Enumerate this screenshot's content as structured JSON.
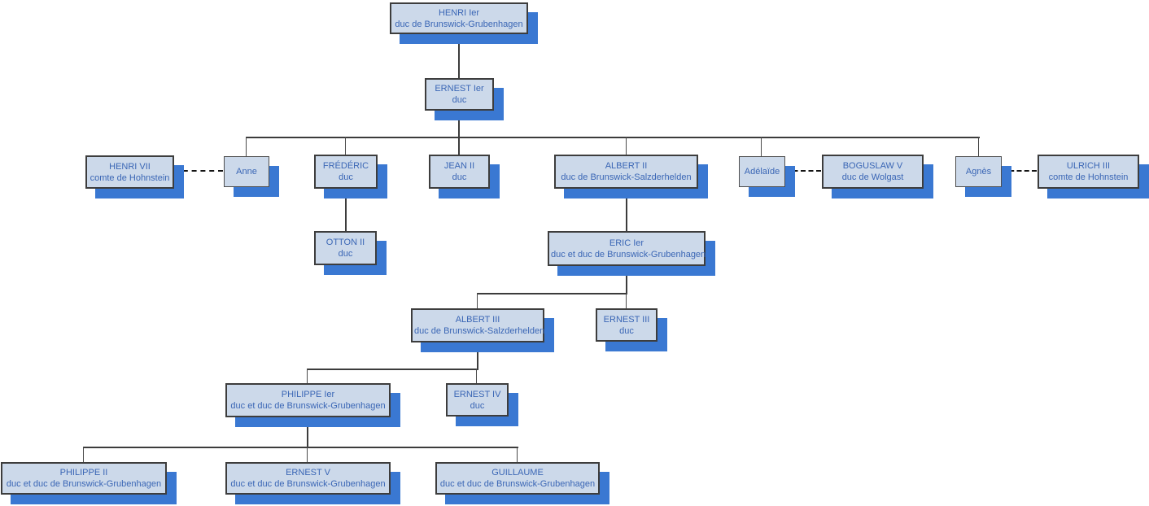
{
  "diagram": {
    "kind": "genealogy-org-chart",
    "family": "Maison de Brunswick-Grubenhagen",
    "colors": {
      "node_fill": "#ccd9ea",
      "node_border": "#3d3d3d",
      "node_shadow": "#3a78d2",
      "node_text": "#3a66b5",
      "connector": "#3c3c3c",
      "marriage_dash": "#141414"
    }
  },
  "nodes": [
    {
      "id": "henri1",
      "name": "HENRI Ier",
      "subtitle": "duc de Brunswick-Grubenhagen"
    },
    {
      "id": "ernest1",
      "name": "ERNEST Ier",
      "subtitle": "duc"
    },
    {
      "id": "henri7",
      "name": "HENRI VII",
      "subtitle": "comte de Hohnstein"
    },
    {
      "id": "anne",
      "name": "Anne",
      "subtitle": ""
    },
    {
      "id": "frederic",
      "name": "FRÉDÉRIC",
      "subtitle": "duc"
    },
    {
      "id": "jean2",
      "name": "JEAN II",
      "subtitle": "duc"
    },
    {
      "id": "albert2",
      "name": "ALBERT II",
      "subtitle": "duc de Brunswick-Salzderhelden"
    },
    {
      "id": "adelaide",
      "name": "Adélaïde",
      "subtitle": ""
    },
    {
      "id": "boguslaw5",
      "name": "BOGUSLAW V",
      "subtitle": "duc de Wolgast"
    },
    {
      "id": "agnes",
      "name": "Agnès",
      "subtitle": ""
    },
    {
      "id": "ulrich3",
      "name": "ULRICH III",
      "subtitle": "comte de Hohnstein"
    },
    {
      "id": "otton2",
      "name": "OTTON II",
      "subtitle": "duc"
    },
    {
      "id": "eric1",
      "name": "ERIC Ier",
      "subtitle": "duc et duc de Brunswick-Grubenhagen"
    },
    {
      "id": "albert3",
      "name": "ALBERT III",
      "subtitle": "duc de Brunswick-Salzderhelden"
    },
    {
      "id": "ernest3",
      "name": "ERNEST III",
      "subtitle": "duc"
    },
    {
      "id": "philippe1",
      "name": "PHILIPPE Ier",
      "subtitle": "duc et duc de Brunswick-Grubenhagen"
    },
    {
      "id": "ernest4",
      "name": "ERNEST IV",
      "subtitle": "duc"
    },
    {
      "id": "philippe2",
      "name": "PHILIPPE II",
      "subtitle": "duc et duc de Brunswick-Grubenhagen"
    },
    {
      "id": "ernest5",
      "name": "ERNEST V",
      "subtitle": "duc et duc de Brunswick-Grubenhagen"
    },
    {
      "id": "guillaume",
      "name": "GUILLAUME",
      "subtitle": "duc et duc de Brunswick-Grubenhagen"
    }
  ],
  "edges": {
    "parent_child": [
      [
        "henri1",
        "ernest1"
      ],
      [
        "ernest1",
        "anne"
      ],
      [
        "ernest1",
        "frederic"
      ],
      [
        "ernest1",
        "jean2"
      ],
      [
        "ernest1",
        "albert2"
      ],
      [
        "ernest1",
        "adelaide"
      ],
      [
        "ernest1",
        "agnes"
      ],
      [
        "frederic",
        "otton2"
      ],
      [
        "albert2",
        "eric1"
      ],
      [
        "eric1",
        "albert3"
      ],
      [
        "eric1",
        "ernest3"
      ],
      [
        "albert3",
        "philippe1"
      ],
      [
        "albert3",
        "ernest4"
      ],
      [
        "philippe1",
        "philippe2"
      ],
      [
        "philippe1",
        "ernest5"
      ],
      [
        "philippe1",
        "guillaume"
      ]
    ],
    "marriages": [
      [
        "henri7",
        "anne"
      ],
      [
        "adelaide",
        "boguslaw5"
      ],
      [
        "agnes",
        "ulrich3"
      ]
    ]
  }
}
